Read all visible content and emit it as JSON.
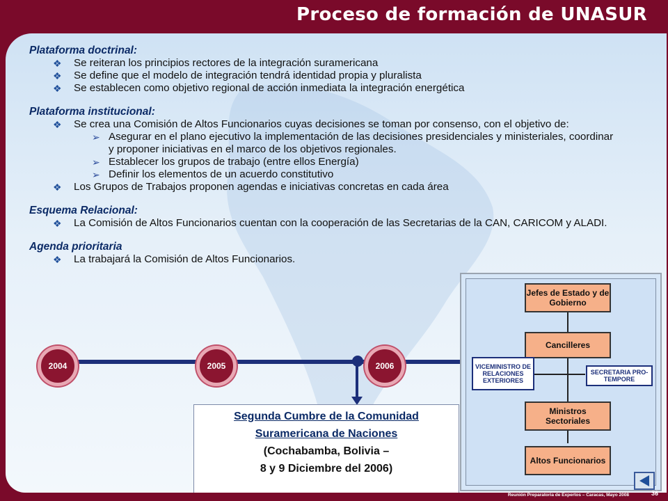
{
  "header": {
    "title": "Proceso de formación de UNASUR"
  },
  "sections": [
    {
      "heading": "Plataforma doctrinal:",
      "items": [
        {
          "text": "Se reiteran los principios rectores de la integración suramericana"
        },
        {
          "text": "Se define que el modelo de integración tendrá identidad propia y pluralista"
        },
        {
          "text": "Se establecen como  objetivo regional de acción inmediata la integración energética"
        }
      ]
    },
    {
      "heading": "Plataforma institucional:",
      "items": [
        {
          "text": "Se crea una Comisión de Altos Funcionarios cuyas decisiones se toman por consenso, con el objetivo de:",
          "subitems": [
            "Asegurar en el plano ejecutivo la implementación de las decisiones presidenciales y ministeriales, coordinar y proponer iniciativas en el marco de los objetivos regionales.",
            "Establecer los grupos de trabajo (entre ellos Energía)",
            "Definir los elementos de un acuerdo constitutivo"
          ]
        },
        {
          "text": "Los Grupos de Trabajos proponen agendas e iniciativas concretas en cada área"
        }
      ]
    },
    {
      "heading": "Esquema Relacional:",
      "items": [
        {
          "text": "La Comisión de Altos Funcionarios cuentan con la cooperación de las Secretarias de la CAN, CARICOM y ALADI."
        }
      ]
    },
    {
      "heading": "Agenda prioritaria",
      "items": [
        {
          "text": "La trabajará la Comisión de Altos Funcionarios."
        }
      ]
    }
  ],
  "timeline": {
    "years": [
      "2004",
      "2005",
      "2006"
    ]
  },
  "summit": {
    "line1": "Segunda Cumbre de la Comunidad",
    "line2": "Suramericana de Naciones",
    "line3": "(Cochabamba, Bolivia –",
    "line4": "8 y 9 Diciembre del 2006)"
  },
  "diagram": {
    "jefes": "Jefes de Estado y de Gobierno",
    "cancilleres": "Cancilleres",
    "viceministro": "VICEMINISTRO DE RELACIONES EXTERIORES",
    "secretaria": "SECRETARIA PRO-TEMPORE",
    "ministros": "Ministros Sectoriales",
    "altos": "Altos Funcionarios"
  },
  "footer": {
    "text": "Reunión Preparatoria de Expertos – Caracas, Mayo 2008",
    "page": "36"
  },
  "colors": {
    "brand": "#7a0a2a",
    "heading": "#0b2a66",
    "timeline": "#1c2f7a",
    "diagram_box": "#f6b089"
  }
}
